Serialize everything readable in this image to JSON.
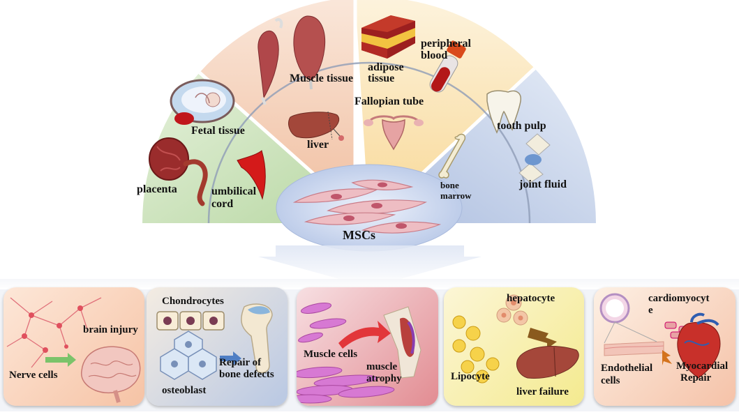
{
  "sources": {
    "muscle_tissue": "Muscle tissue",
    "adipose_tissue": [
      "adipose",
      "tissue"
    ],
    "peripheral_blood": [
      "peripheral",
      "blood"
    ],
    "fallopian_tube": "Fallopian tube",
    "fetal_tissue": "Fetal tissue",
    "liver": "liver",
    "tooth_pulp": "tooth pulp",
    "placenta": "placenta",
    "umbilical_cord": [
      "umbilical",
      "cord"
    ],
    "bone_marrow": [
      "bone",
      "marrow"
    ],
    "joint_fluid": "joint fluid"
  },
  "center": {
    "label": "MSCs"
  },
  "applications": {
    "nerve": {
      "cells": "Nerve cells",
      "target": "brain injury"
    },
    "bone": {
      "chondro": "Chondrocytes",
      "osteo": "osteoblast",
      "target": [
        "Repair of",
        "bone defects"
      ]
    },
    "muscle": {
      "cells": "Muscle cells",
      "target": [
        "muscle",
        "atrophy"
      ]
    },
    "liver": {
      "lipocyte": "Lipocyte",
      "hepatocyte": "hepatocyte",
      "target": "liver failure"
    },
    "heart": {
      "cardio": [
        "cardiomyocyt",
        "e"
      ],
      "endo": [
        "Endothelial",
        "cells"
      ],
      "target": [
        "Myocardial",
        "Repair"
      ]
    }
  },
  "colors": {
    "green": "#d4e8c8",
    "orange": "#f5d4bd",
    "yellow": "#fbe9c5",
    "blue": "#c9d6ea",
    "ellipse": "#c6d3ec"
  }
}
